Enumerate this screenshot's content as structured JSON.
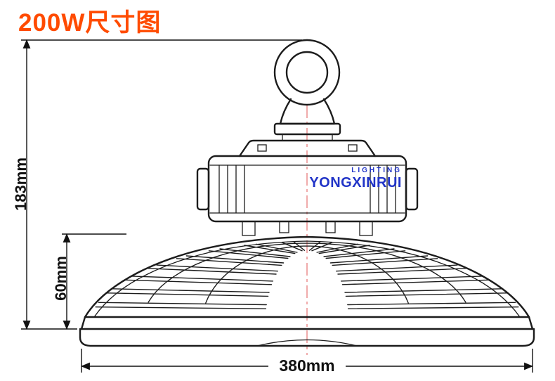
{
  "title": "200W尺寸图",
  "dimensions": {
    "height": "183mm",
    "fin_height": "60mm",
    "width": "380mm"
  },
  "brand": {
    "name": "YONGXINRUI",
    "tagline": "LIGHTING"
  },
  "colors": {
    "title": "#ff4b00",
    "brand": "#2134c7",
    "centerline": "#e57373",
    "line": "#1c1c1c"
  }
}
